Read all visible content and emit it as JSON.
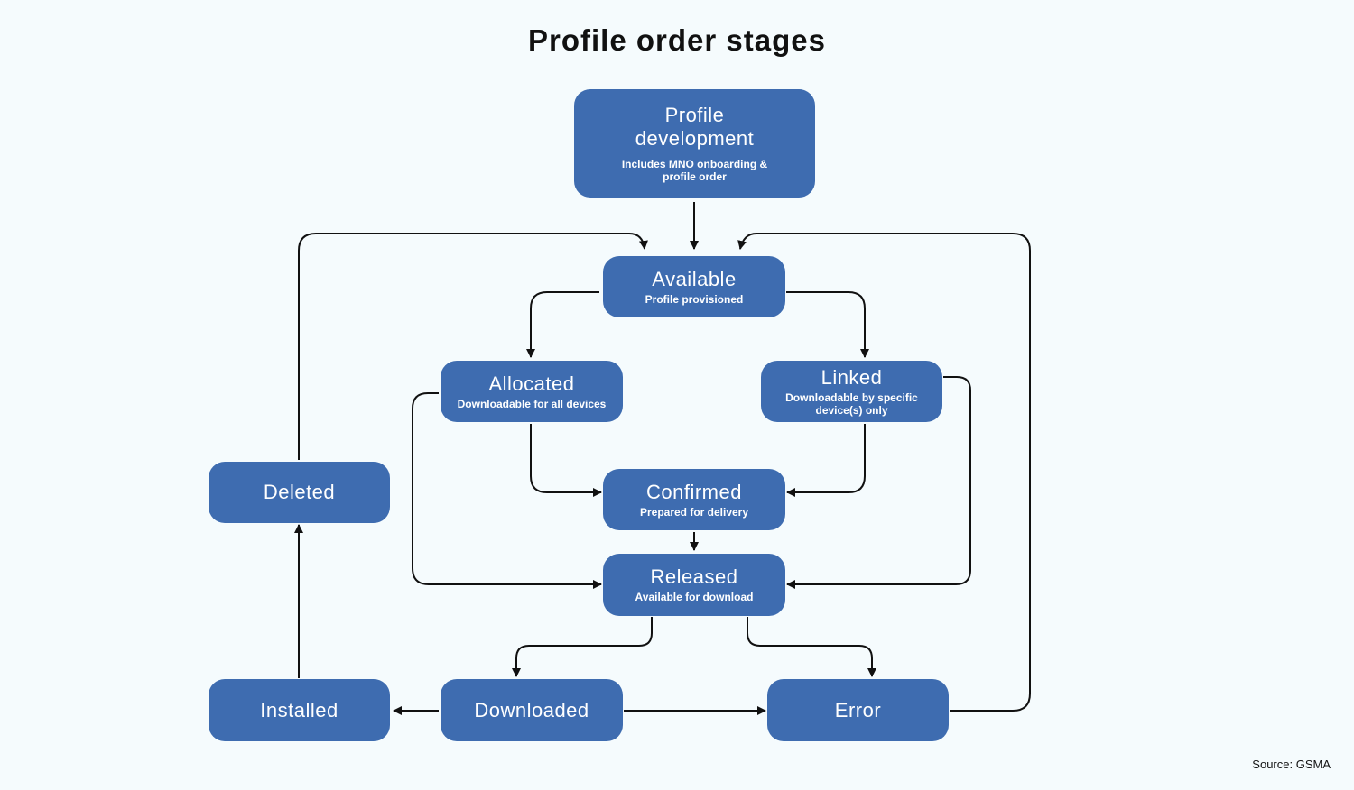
{
  "title": "Profile order stages",
  "source": "Source: GSMA",
  "nodes": {
    "profile_development": {
      "name": "Profile development",
      "sub": "Includes MNO onboarding & profile order"
    },
    "available": {
      "name": "Available",
      "sub": "Profile provisioned"
    },
    "allocated": {
      "name": "Allocated",
      "sub": "Downloadable for all devices"
    },
    "linked": {
      "name": "Linked",
      "sub": "Downloadable by specific device(s) only"
    },
    "confirmed": {
      "name": "Confirmed",
      "sub": "Prepared for delivery"
    },
    "released": {
      "name": "Released",
      "sub": "Available for download"
    },
    "deleted": {
      "name": "Deleted"
    },
    "installed": {
      "name": "Installed"
    },
    "downloaded": {
      "name": "Downloaded"
    },
    "error": {
      "name": "Error"
    }
  },
  "colors": {
    "node_fill": "#3e6cb0",
    "node_text": "#ffffff",
    "arrow": "#111111",
    "background": "#f5fbfd"
  }
}
